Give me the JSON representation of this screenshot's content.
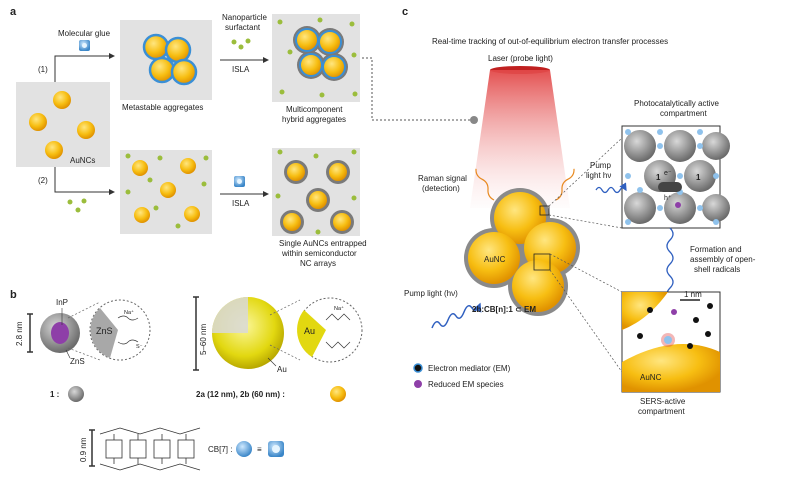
{
  "panels": {
    "a": {
      "label": "a",
      "molecular_glue": "Molecular glue",
      "route1": "(1)",
      "route2": "(2)",
      "aunc": "AuNCs",
      "metastable": "Metastable aggregates",
      "nanoparticle_line1": "Nanoparticle",
      "nanoparticle_line2": "surfactant",
      "isla_top": "ISLA",
      "isla_bottom": "ISLA",
      "multicomponent_line1": "Multicomponent",
      "multicomponent_line2": "hybrid aggregates",
      "single_line1": "Single AuNCs entrapped",
      "single_line2": "within semiconductor",
      "single_line3": "NC arrays"
    },
    "b": {
      "label": "b",
      "inp": "InP",
      "zns_inner": "ZnS",
      "zns_outer": "ZnS",
      "scale_qd": "2.8 nm",
      "scale_au": "5–60 nm",
      "au_label": "Au",
      "au_inner": "Au",
      "compound1": "1 :",
      "compound2": "2a (12 nm), 2b (60 nm) :",
      "scale_cb": "0.9 nm",
      "cb7": "CB[7] :",
      "equiv": "≡",
      "na": "Na⁺",
      "s_minus": "S⁻"
    },
    "c": {
      "label": "c",
      "title": "Real-time tracking of out-of-equilibrium electron transfer processes",
      "laser": "Laser (probe light)",
      "raman_line1": "Raman signal",
      "raman_line2": "(detection)",
      "photocat_line1": "Photocatalytically active",
      "photocat_line2": "compartment",
      "pump_top_line1": "Pump",
      "pump_top_line2": "light hν",
      "aunc": "AuNC",
      "pump_left": "Pump light (hν)",
      "assembly": "2b:CB[n]:1 ⊂ EM",
      "formation_line1": "Formation and",
      "formation_line2": "assembly of open-",
      "formation_line3": "shell radicals",
      "scalebar": "1 nm",
      "aunc_sers": "AuNC",
      "sers_line1": "SERS-active",
      "sers_line2": "compartment",
      "legend_em": "Electron mediator (EM)",
      "legend_reduced": "Reduced EM species",
      "e_minus": "e⁻",
      "h_plus": "h⁺",
      "one": "1"
    }
  },
  "colors": {
    "gold": "#f5b800",
    "gold_light": "#ffe066",
    "gold_rim": "#e89a00",
    "blue_rim": "#3a8fd6",
    "qd_gray": "#8c8c8c",
    "box_gray": "#e4e4e4",
    "green_dot": "#9bbd3c",
    "purple": "#8e3fa8",
    "laser_red": "#e03030",
    "wave_blue": "#3060c0"
  }
}
